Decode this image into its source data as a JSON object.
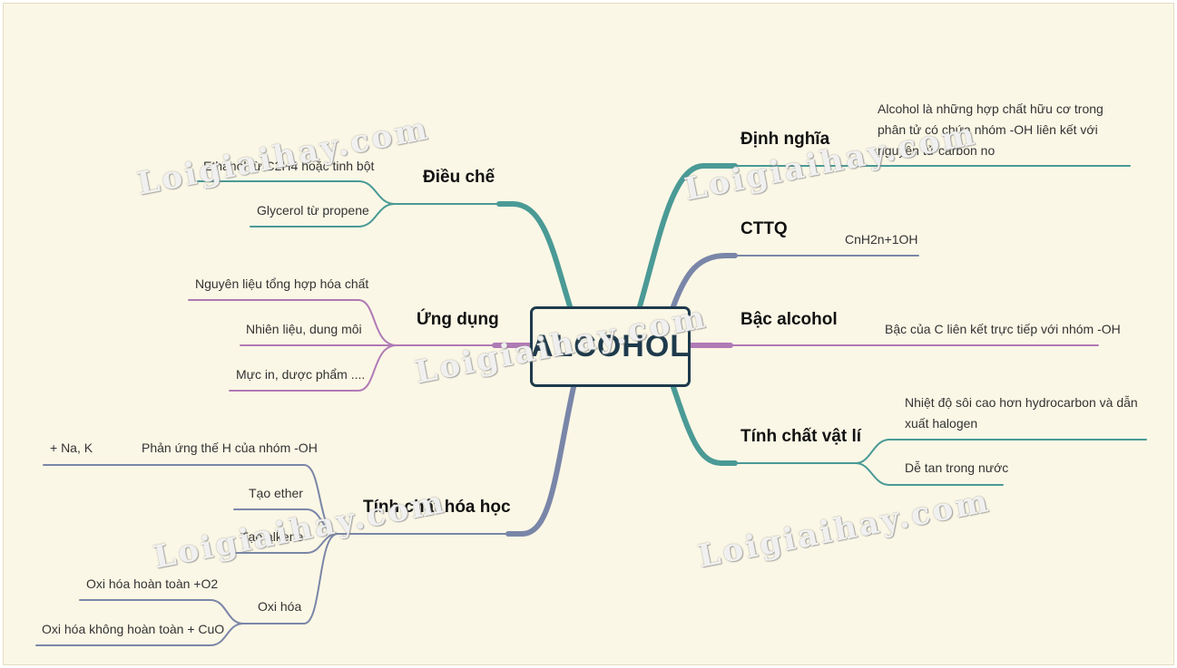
{
  "colors": {
    "background": "#fbf7e6",
    "center_border": "#1e3a4c",
    "teal": "#4a9a96",
    "slate": "#7a86a8",
    "purple": "#b07ab5"
  },
  "center": {
    "title": "ALCOHOL"
  },
  "right": {
    "dinh_nghia": {
      "label": "Định nghĩa",
      "detail": "Alcohol là những hợp chất hữu cơ trong phân tử có chứa nhóm -OH liên kết với nguyên tử carbon no"
    },
    "cttq": {
      "label": "CTTQ",
      "detail": "CnH2n+1OH"
    },
    "bac_alcohol": {
      "label": "Bậc alcohol",
      "detail": "Bậc của C liên kết trực tiếp với nhóm -OH"
    },
    "tinh_chat_vat_li": {
      "label": "Tính chất vật lí",
      "items": [
        "Nhiệt độ sôi cao hơn hydrocarbon và dẫn xuất halogen",
        "Dễ tan trong nước"
      ]
    }
  },
  "left": {
    "dieu_che": {
      "label": "Điều chế",
      "items": [
        "Ethanol từ C2H4 hoặc tinh bột",
        "Glycerol từ propene"
      ]
    },
    "ung_dung": {
      "label": "Ứng dụng",
      "items": [
        "Nguyên liệu tổng hợp hóa chất",
        "Nhiên liệu, dung môi",
        "Mực in, dược phẩm ...."
      ]
    },
    "tinh_chat_hoa_hoc": {
      "label": "Tính chất hóa học",
      "the_h": {
        "label": "Phản ứng thế H của nhóm -OH",
        "sub": "+ Na, K"
      },
      "tao_ether": "Tạo ether",
      "tao_alkene": "Tạo alkene",
      "oxi_hoa": {
        "label": "Oxi hóa",
        "items": [
          "Oxi hóa hoàn toàn +O2",
          "Oxi hóa không hoàn toàn + CuO"
        ]
      }
    }
  },
  "watermark": "Loigiaihay.com"
}
